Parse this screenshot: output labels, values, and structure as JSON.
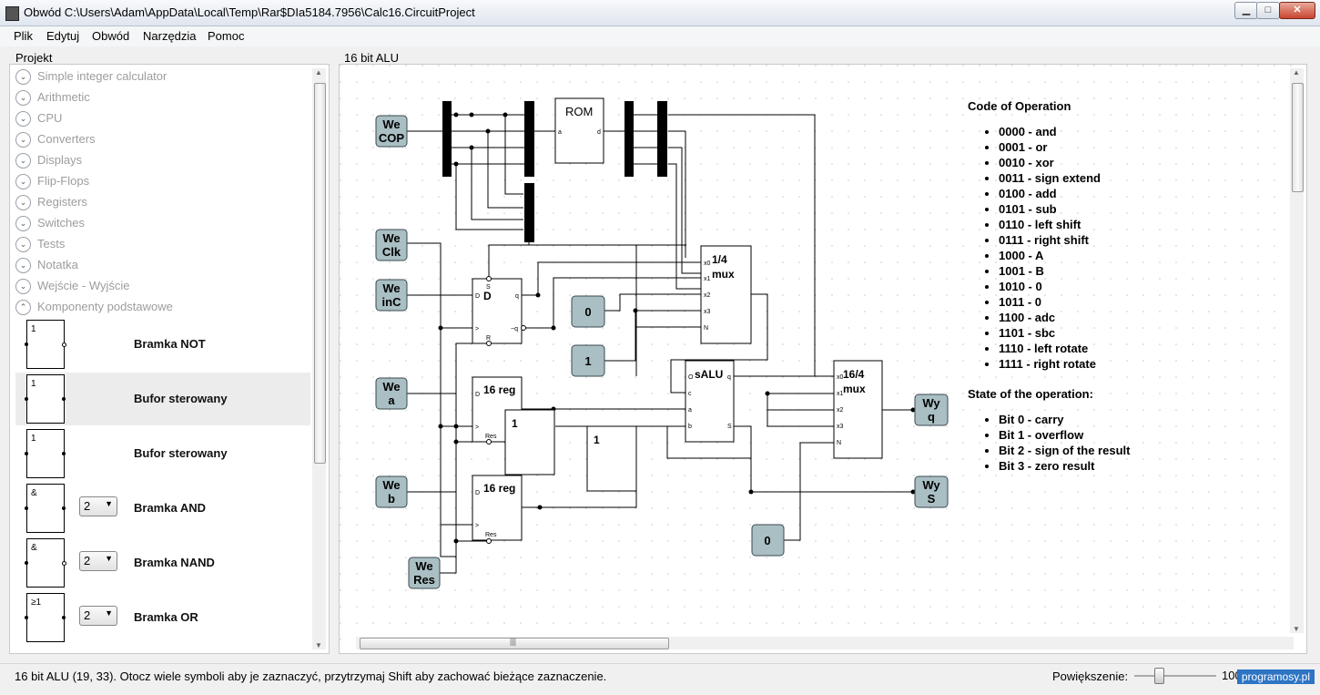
{
  "window": {
    "title": "Obwód C:\\Users\\Adam\\AppData\\Local\\Temp\\Rar$DIa5184.7956\\Calc16.CircuitProject",
    "minimize": "▁",
    "maximize": "□",
    "close": "✕"
  },
  "menu": [
    "Plik",
    "Edytuj",
    "Obwód",
    "Narzędzia",
    "Pomoc"
  ],
  "project": {
    "title": "Projekt",
    "categories": [
      {
        "label": "Simple integer calculator",
        "icon": "chevron-down-icon"
      },
      {
        "label": "Arithmetic",
        "icon": "chevron-down-icon"
      },
      {
        "label": "CPU",
        "icon": "chevron-down-icon"
      },
      {
        "label": "Converters",
        "icon": "chevron-down-icon"
      },
      {
        "label": "Displays",
        "icon": "chevron-down-icon"
      },
      {
        "label": "Flip-Flops",
        "icon": "chevron-down-icon"
      },
      {
        "label": "Registers",
        "icon": "chevron-down-icon"
      },
      {
        "label": "Switches",
        "icon": "chevron-down-icon"
      },
      {
        "label": "Tests",
        "icon": "chevron-down-icon"
      },
      {
        "label": "Notatka",
        "icon": "chevron-down-icon"
      },
      {
        "label": "Wejście - Wyjście",
        "icon": "chevron-down-icon"
      },
      {
        "label": "Komponenty podstawowe",
        "icon": "chevron-up-icon"
      }
    ],
    "components": [
      {
        "name": "Bramka NOT",
        "symbol": "1",
        "inputs": ""
      },
      {
        "name": "Bufor sterowany",
        "symbol": "1",
        "inputs": ""
      },
      {
        "name": "Bufor sterowany",
        "symbol": "1",
        "inputs": ""
      },
      {
        "name": "Bramka AND",
        "symbol": "&",
        "inputs": "2"
      },
      {
        "name": "Bramka NAND",
        "symbol": "&",
        "inputs": "2"
      },
      {
        "name": "Bramka OR",
        "symbol": "≥1",
        "inputs": "2"
      }
    ]
  },
  "canvas": {
    "title": "16 bit ALU",
    "inputs": [
      {
        "line1": "We",
        "line2": "COP"
      },
      {
        "line1": "We",
        "line2": "Clk"
      },
      {
        "line1": "We",
        "line2": "inC"
      },
      {
        "line1": "We",
        "line2": "a"
      },
      {
        "line1": "We",
        "line2": "b"
      },
      {
        "line1": "We",
        "line2": "Res"
      }
    ],
    "outputs": [
      {
        "line1": "Wy",
        "line2": "q"
      },
      {
        "line1": "Wy",
        "line2": "S"
      }
    ],
    "constants": [
      "0",
      "1",
      "0"
    ],
    "blocks": {
      "rom": "ROM",
      "rom_a": "a",
      "rom_d": "d",
      "dff": "D",
      "dff_d": "D",
      "dff_s": "S",
      "dff_r": "R",
      "dff_q": "q",
      "dff_nq": "~q",
      "dff_clk": ">",
      "mux1_title": "1/4",
      "mux1_sub": "mux",
      "mux2_title": "16/4",
      "mux2_sub": "mux",
      "mux_x0": "x0",
      "mux_x1": "x1",
      "mux_x2": "x2",
      "mux_x3": "x3",
      "mux_n": "N",
      "reg_title": "16 reg",
      "reg_d": "D",
      "reg_clk": ">",
      "reg_res": "Res",
      "buf_a": "1",
      "buf_b": "1",
      "salu": "sALU",
      "salu_o": "O",
      "salu_c": "c",
      "salu_a": "a",
      "salu_b": "b",
      "salu_q": "q",
      "salu_s": "S"
    },
    "notes": {
      "heading1": "Code of Operation",
      "codes": [
        "0000 - and",
        "0001 - or",
        "0010 - xor",
        "0011 - sign extend",
        "0100 - add",
        "0101 - sub",
        "0110 - left shift",
        "0111 - right shift",
        "1000 - A",
        "1001 - B",
        "1010 - 0",
        "1011 - 0",
        "1100 - adc",
        "1101 - sbc",
        "1110 - left rotate",
        "1111 - right rotate"
      ],
      "heading2": "State of the operation:",
      "bits": [
        "Bit 0 - carry",
        "Bit 1 - overflow",
        "Bit 2 - sign of the result",
        "Bit 3 - zero result"
      ]
    },
    "scroll_thumb_grip": "|||"
  },
  "status": {
    "message": "16 bit ALU (19, 33). Otocz wiele symboli aby je zaznaczyć, przytrzymaj Shift aby zachować bieżące zaznaczenie.",
    "zoom_label": "Powiększenie:",
    "zoom_value": "100 %",
    "zoom_fraction": 0.3,
    "watermark": "programosy.pl"
  },
  "colors": {
    "io_fill": "#a9bfc3",
    "io_stroke": "#3a4a50",
    "wire": "#000000",
    "grid_dot": "#c8c8c8"
  }
}
